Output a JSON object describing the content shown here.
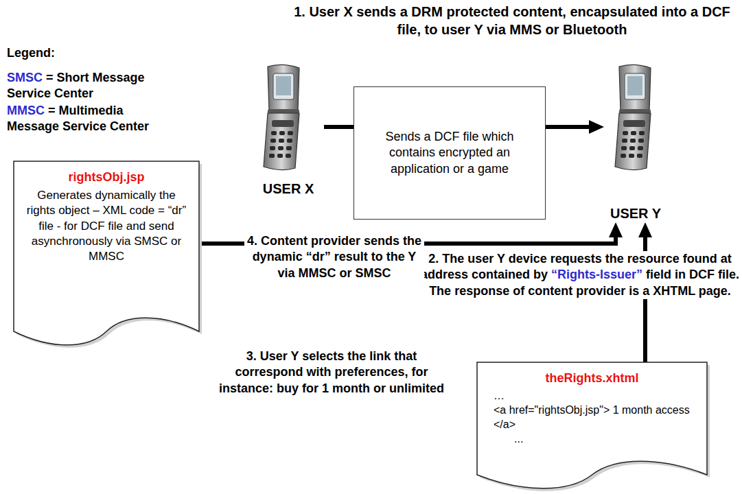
{
  "diagram": {
    "nodes": [
      {
        "text": [
          "USER X"
        ]
      },
      {
        "text": [
          "Sends a DCF file which contains encrypted an application or a game"
        ]
      },
      {
        "text": [
          "USER Y"
        ]
      },
      {
        "text": [
          "rightsObj.jsp",
          "Generates dynamically the rights object – XML code = “dr” file - for DCF file and send asynchronously via SMSC or MMSC"
        ]
      },
      {
        "text": [
          "theRights.xhtml",
          "…",
          "<a href=\"rightsObj.jsp\"> 1 month access </a>",
          "..."
        ]
      }
    ],
    "edges": [
      {
        "from": 0,
        "to": 1,
        "arrow": "none"
      },
      {
        "from": 1,
        "to": 2,
        "arrow": "to"
      },
      {
        "from": 3,
        "to": 2,
        "arrow": "to",
        "label": "4. Content provider sends the dynamic “dr” result to the Y via MMSC or SMSC"
      },
      {
        "from": 4,
        "to": 2,
        "arrow": "to"
      }
    ],
    "labels": [
      "1. User X sends a DRM protected content, encapsulated into a DCF file, to user Y via MMS or Bluetooth",
      "Legend:",
      "SMSC",
      "= Short Message Service Center",
      "MMSC",
      "= Multimedia Message Service Center",
      "2. The user Y device requests the resource found at address contained by",
      "“Rights-Issuer”",
      "field in DCF file. The response of content provider is a XHTML page.",
      "3. User Y selects the link that correspond with preferences, for instance: buy for 1 month or unlimited"
    ]
  }
}
